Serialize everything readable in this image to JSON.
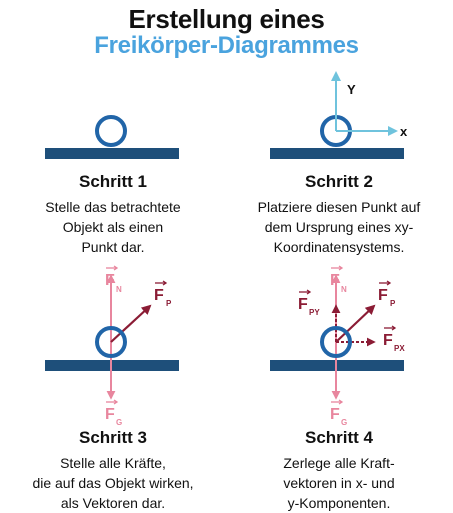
{
  "title": {
    "line1": "Erstellung eines",
    "line2": "Freikörper-Diagrammes"
  },
  "colors": {
    "title_accent": "#4aa3de",
    "surface": "#1e4f7a",
    "point": "#2165a8",
    "axis": "#6fc3dd",
    "force_light": "#e8869e",
    "force_dark": "#8b1c35"
  },
  "axes": {
    "y": "Y",
    "x": "x"
  },
  "forces": {
    "f": "F",
    "n_sub": "N",
    "g_sub": "G",
    "p_sub": "P",
    "py_sub": "PY",
    "px_sub": "PX"
  },
  "steps": [
    {
      "heading": "Schritt 1",
      "lines": [
        "Stelle das betrachtete",
        "Objekt als einen",
        "Punkt dar."
      ]
    },
    {
      "heading": "Schritt 2",
      "lines": [
        "Platziere diesen Punkt auf",
        "dem Ursprung eines xy-",
        "Koordinatensystems."
      ]
    },
    {
      "heading": "Schritt 3",
      "lines": [
        "Stelle alle Kräfte,",
        "die auf das Objekt wirken,",
        "als Vektoren dar."
      ]
    },
    {
      "heading": "Schritt 4",
      "lines": [
        "Zerlege alle Kraft-",
        "vektoren in x- und",
        "y-Komponenten."
      ]
    }
  ]
}
